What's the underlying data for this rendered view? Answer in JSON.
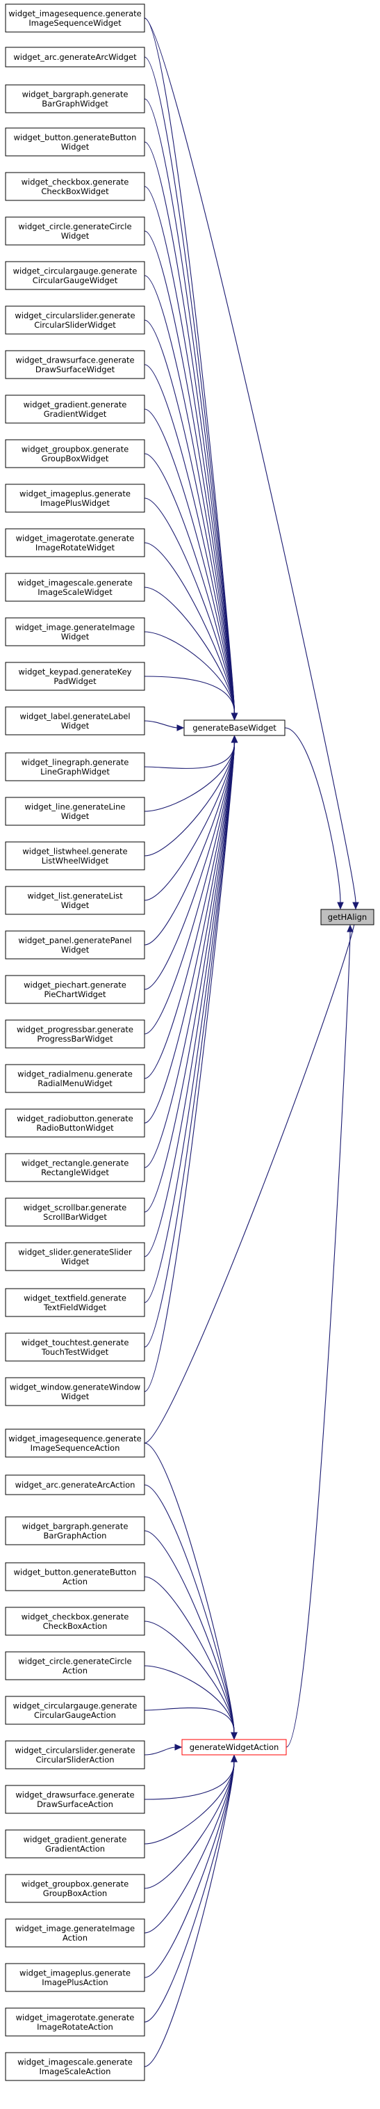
{
  "nodes": {
    "n_getHAlign": [
      "getHAlign"
    ],
    "n_base": [
      "generateBaseWidget"
    ],
    "n_action": [
      "generateWidgetAction"
    ],
    "w0": [
      "widget_imagesequence.generate",
      "ImageSequenceWidget"
    ],
    "w1": [
      "widget_arc.generateArcWidget"
    ],
    "w2": [
      "widget_bargraph.generate",
      "BarGraphWidget"
    ],
    "w3": [
      "widget_button.generateButton",
      "Widget"
    ],
    "w4": [
      "widget_checkbox.generate",
      "CheckBoxWidget"
    ],
    "w5": [
      "widget_circle.generateCircle",
      "Widget"
    ],
    "w6": [
      "widget_circulargauge.generate",
      "CircularGaugeWidget"
    ],
    "w7": [
      "widget_circularslider.generate",
      "CircularSliderWidget"
    ],
    "w8": [
      "widget_drawsurface.generate",
      "DrawSurfaceWidget"
    ],
    "w9": [
      "widget_gradient.generate",
      "GradientWidget"
    ],
    "w10": [
      "widget_groupbox.generate",
      "GroupBoxWidget"
    ],
    "w11": [
      "widget_imageplus.generate",
      "ImagePlusWidget"
    ],
    "w12": [
      "widget_imagerotate.generate",
      "ImageRotateWidget"
    ],
    "w13": [
      "widget_imagescale.generate",
      "ImageScaleWidget"
    ],
    "w14": [
      "widget_image.generateImage",
      "Widget"
    ],
    "w15": [
      "widget_keypad.generateKey",
      "PadWidget"
    ],
    "w16": [
      "widget_label.generateLabel",
      "Widget"
    ],
    "w17": [
      "widget_linegraph.generate",
      "LineGraphWidget"
    ],
    "w18": [
      "widget_line.generateLine",
      "Widget"
    ],
    "w19": [
      "widget_listwheel.generate",
      "ListWheelWidget"
    ],
    "w20": [
      "widget_list.generateList",
      "Widget"
    ],
    "w21": [
      "widget_panel.generatePanel",
      "Widget"
    ],
    "w22": [
      "widget_piechart.generate",
      "PieChartWidget"
    ],
    "w23": [
      "widget_progressbar.generate",
      "ProgressBarWidget"
    ],
    "w24": [
      "widget_radialmenu.generate",
      "RadialMenuWidget"
    ],
    "w25": [
      "widget_radiobutton.generate",
      "RadioButtonWidget"
    ],
    "w26": [
      "widget_rectangle.generate",
      "RectangleWidget"
    ],
    "w27": [
      "widget_scrollbar.generate",
      "ScrollBarWidget"
    ],
    "w28": [
      "widget_slider.generateSlider",
      "Widget"
    ],
    "w29": [
      "widget_textfield.generate",
      "TextFieldWidget"
    ],
    "w30": [
      "widget_touchtest.generate",
      "TouchTestWidget"
    ],
    "w31": [
      "widget_window.generateWindow",
      "Widget"
    ],
    "a0": [
      "widget_imagesequence.generate",
      "ImageSequenceAction"
    ],
    "a1": [
      "widget_arc.generateArcAction"
    ],
    "a2": [
      "widget_bargraph.generate",
      "BarGraphAction"
    ],
    "a3": [
      "widget_button.generateButton",
      "Action"
    ],
    "a4": [
      "widget_checkbox.generate",
      "CheckBoxAction"
    ],
    "a5": [
      "widget_circle.generateCircle",
      "Action"
    ],
    "a6": [
      "widget_circulargauge.generate",
      "CircularGaugeAction"
    ],
    "a7": [
      "widget_circularslider.generate",
      "CircularSliderAction"
    ],
    "a8": [
      "widget_drawsurface.generate",
      "DrawSurfaceAction"
    ],
    "a9": [
      "widget_gradient.generate",
      "GradientAction"
    ],
    "a10": [
      "widget_groupbox.generate",
      "GroupBoxAction"
    ],
    "a11": [
      "widget_image.generateImage",
      "Action"
    ],
    "a12": [
      "widget_imageplus.generate",
      "ImagePlusAction"
    ],
    "a13": [
      "widget_imagerotate.generate",
      "ImageRotateAction"
    ],
    "a14": [
      "widget_imagescale.generate",
      "ImageScaleAction"
    ]
  },
  "style": {
    "edge_color": "#191970",
    "highlight_fill": "#bfbfbf",
    "action_border": "#ff0000"
  }
}
